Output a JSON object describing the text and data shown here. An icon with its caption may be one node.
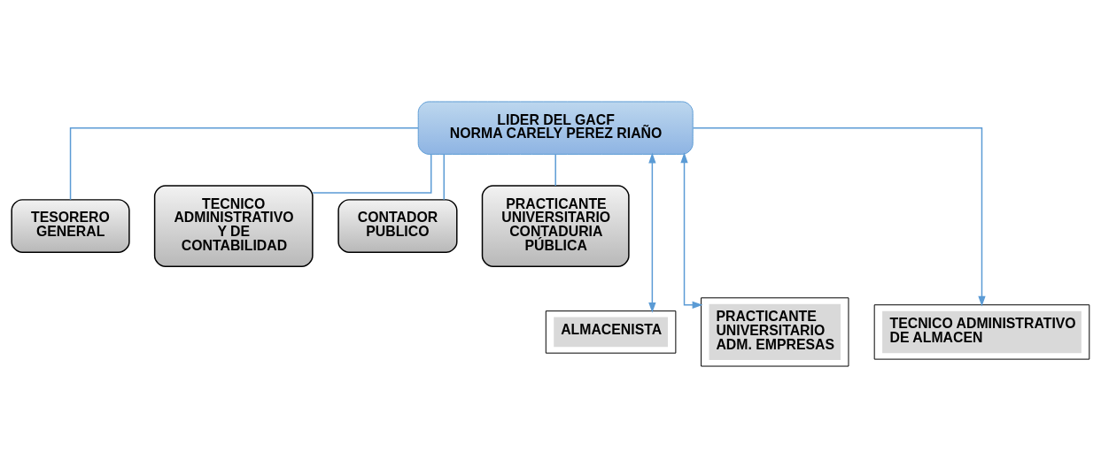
{
  "diagram": {
    "nodes": [
      {
        "text": [
          "LIDER DEL GACF",
          "NORMA CARELY PEREZ RIAÑO"
        ]
      },
      {
        "text": [
          "TESORERO GENERAL"
        ]
      },
      {
        "text": [
          "TECNICO ADMINISTRATIVO Y DE CONTABILIDAD"
        ]
      },
      {
        "text": [
          "CONTADOR PUBLICO"
        ]
      },
      {
        "text": [
          "PRACTICANTE UNIVERSITARIO CONTADURIA PÚBLICA"
        ]
      },
      {
        "text": [
          "ALMACENISTA"
        ]
      },
      {
        "text": [
          "PRACTICANTE UNIVERSITARIO ADM. EMPRESAS"
        ]
      },
      {
        "text": [
          "TECNICO ADMINISTRATIVO DE ALMACEN"
        ]
      }
    ],
    "edges": [
      {
        "from": 0,
        "to": 1,
        "arrow": "none"
      },
      {
        "from": 0,
        "to": 5,
        "arrow": "both"
      },
      {
        "from": 0,
        "to": 2,
        "arrow": "none"
      },
      {
        "from": 0,
        "to": 6,
        "arrow": "both"
      },
      {
        "from": 0,
        "to": 3,
        "arrow": "none"
      },
      {
        "from": 0,
        "to": 7,
        "arrow": "to"
      },
      {
        "from": 0,
        "to": 4,
        "arrow": "none"
      }
    ]
  }
}
